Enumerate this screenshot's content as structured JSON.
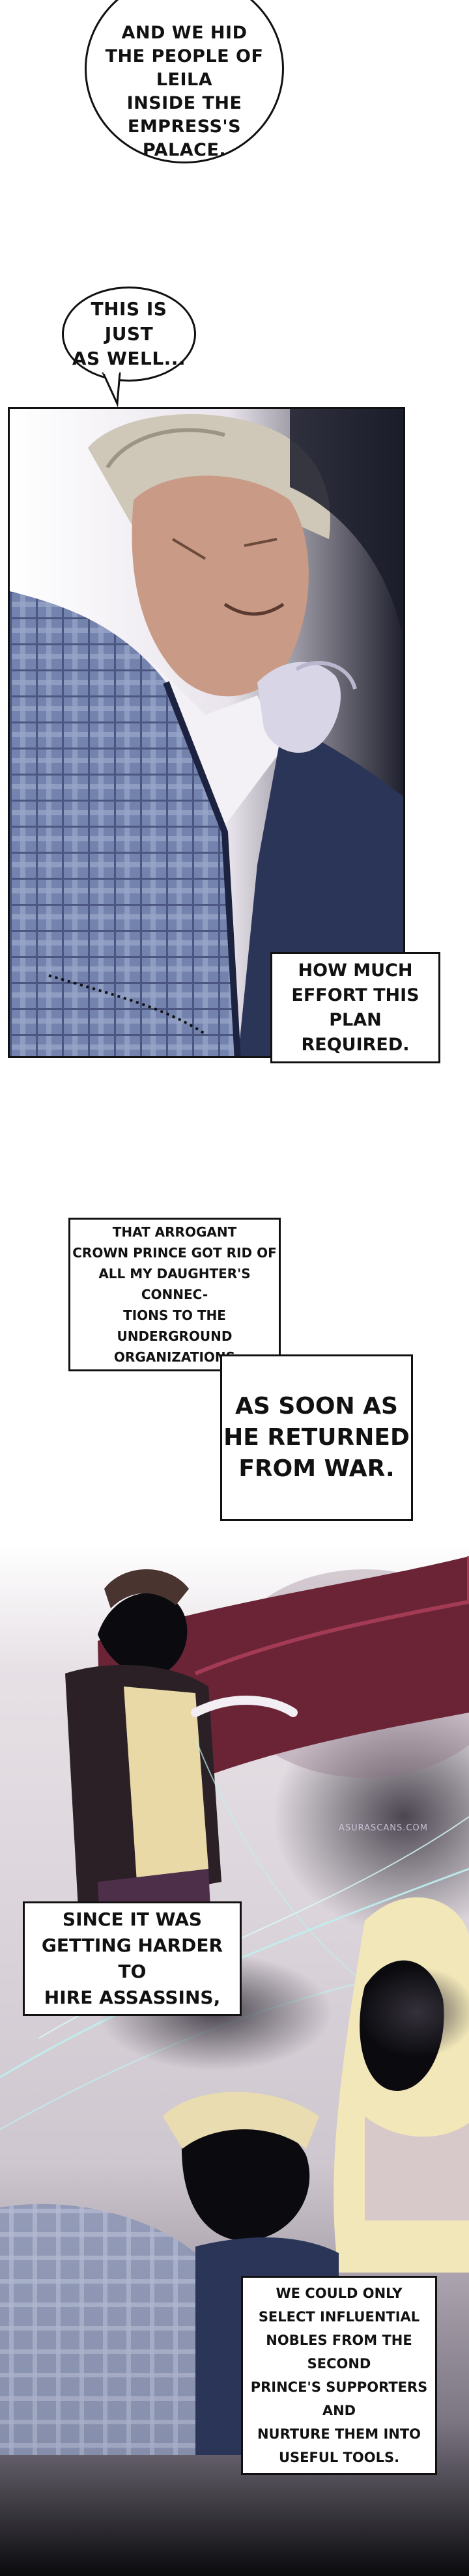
{
  "bubbles": [
    {
      "id": "b1",
      "text": "AND WE HID\nTHE PEOPLE OF LEILA\nINSIDE THE EMPRESS'S\nPALACE."
    },
    {
      "id": "b2",
      "text": "THIS IS JUST\nAS WELL..."
    }
  ],
  "captions": [
    {
      "id": "c1",
      "text": "HOW MUCH\nEFFORT THIS PLAN\nREQUIRED."
    },
    {
      "id": "c2",
      "text": "THAT ARROGANT\nCROWN PRINCE GOT RID OF\nALL MY DAUGHTER'S CONNEC-\nTIONS TO THE UNDERGROUND\nORGANIZATIONS"
    },
    {
      "id": "c3",
      "text": "AS SOON AS\nHE RETURNED\nFROM WAR."
    },
    {
      "id": "c4",
      "text": "SINCE IT WAS\nGETTING HARDER TO\nHIRE ASSASSINS,"
    },
    {
      "id": "c5",
      "text": "WE COULD ONLY\nSELECT INFLUENTIAL\nNOBLES FROM THE SECOND\nPRINCE'S SUPPORTERS AND\nNURTURE THEM INTO\nUSEFUL TOOLS."
    }
  ],
  "watermark": "ASURASCANS.COM",
  "colors": {
    "ink": "#111111",
    "plaid": "#6f7fa8",
    "suit": "#2b3558",
    "haze": "#d9d3d8",
    "cape": "#6b2436",
    "gold": "#e8d9a6"
  }
}
